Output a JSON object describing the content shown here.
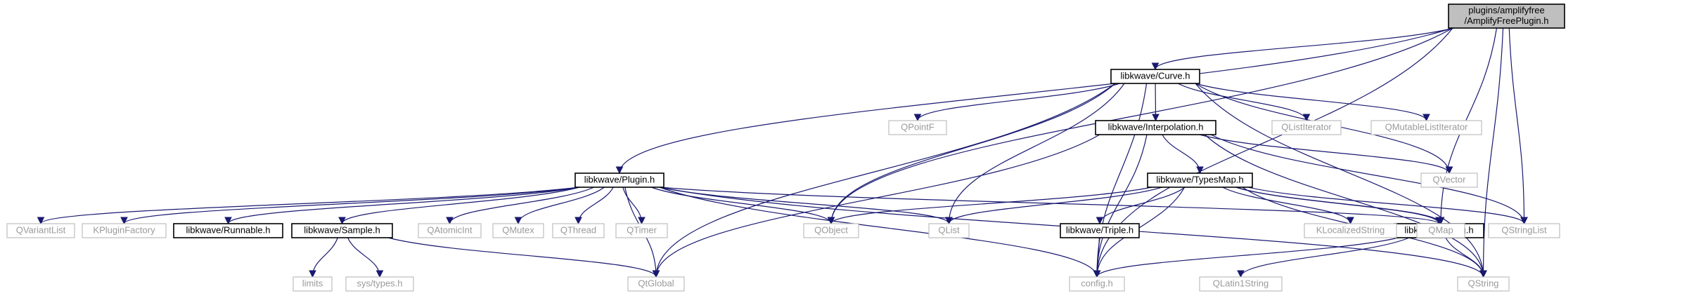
{
  "title": "plugins/amplifyfree/AmplifyFreePlugin.h",
  "colors": {
    "edge": "#191970",
    "root_fill": "#bfbfbf",
    "local_border": "#000000",
    "external_border": "#bfbfbf",
    "external_text": "#9a9a9a"
  },
  "nodes": [
    {
      "id": "root",
      "kind": "root",
      "lines": [
        "plugins/amplifyfree",
        "/AmplifyFreePlugin.h"
      ]
    },
    {
      "id": "curve",
      "kind": "local",
      "lines": [
        "libkwave/Curve.h"
      ]
    },
    {
      "id": "plugin",
      "kind": "local",
      "lines": [
        "libkwave/Plugin.h"
      ]
    },
    {
      "id": "interp",
      "kind": "local",
      "lines": [
        "libkwave/Interpolation.h"
      ]
    },
    {
      "id": "typesmap",
      "kind": "local",
      "lines": [
        "libkwave/TypesMap.h"
      ]
    },
    {
      "id": "triple",
      "kind": "local",
      "lines": [
        "libkwave/Triple.h"
      ]
    },
    {
      "id": "string",
      "kind": "local",
      "lines": [
        "libkwave/String.h"
      ]
    },
    {
      "id": "sample",
      "kind": "local",
      "lines": [
        "libkwave/Sample.h"
      ]
    },
    {
      "id": "runnable",
      "kind": "local",
      "lines": [
        "libkwave/Runnable.h"
      ]
    },
    {
      "id": "qvariantlist",
      "kind": "external",
      "lines": [
        "QVariantList"
      ]
    },
    {
      "id": "kpluginfactory",
      "kind": "external",
      "lines": [
        "KPluginFactory"
      ]
    },
    {
      "id": "qatomicint",
      "kind": "external",
      "lines": [
        "QAtomicInt"
      ]
    },
    {
      "id": "qmutex",
      "kind": "external",
      "lines": [
        "QMutex"
      ]
    },
    {
      "id": "qthread",
      "kind": "external",
      "lines": [
        "QThread"
      ]
    },
    {
      "id": "qtimer",
      "kind": "external",
      "lines": [
        "QTimer"
      ]
    },
    {
      "id": "qobject",
      "kind": "external",
      "lines": [
        "QObject"
      ]
    },
    {
      "id": "qlist",
      "kind": "external",
      "lines": [
        "QList"
      ]
    },
    {
      "id": "qpointf",
      "kind": "external",
      "lines": [
        "QPointF"
      ]
    },
    {
      "id": "qlistiterator",
      "kind": "external",
      "lines": [
        "QListIterator"
      ]
    },
    {
      "id": "qmutablelistiterator",
      "kind": "external",
      "lines": [
        "QMutableListIterator"
      ]
    },
    {
      "id": "qvector",
      "kind": "external",
      "lines": [
        "QVector"
      ]
    },
    {
      "id": "klocalizedstring",
      "kind": "external",
      "lines": [
        "KLocalizedString"
      ]
    },
    {
      "id": "qmap",
      "kind": "external",
      "lines": [
        "QMap"
      ]
    },
    {
      "id": "qstringlist",
      "kind": "external",
      "lines": [
        "QStringList"
      ]
    },
    {
      "id": "limits",
      "kind": "external",
      "lines": [
        "limits"
      ]
    },
    {
      "id": "systypes",
      "kind": "external",
      "lines": [
        "sys/types.h"
      ]
    },
    {
      "id": "qtglobal",
      "kind": "external",
      "lines": [
        "QtGlobal"
      ]
    },
    {
      "id": "config",
      "kind": "external",
      "lines": [
        "config.h"
      ]
    },
    {
      "id": "qlatin1string",
      "kind": "external",
      "lines": [
        "QLatin1String"
      ]
    },
    {
      "id": "qstring",
      "kind": "external",
      "lines": [
        "QString"
      ]
    }
  ],
  "edges": [
    [
      "root",
      "curve"
    ],
    [
      "root",
      "plugin"
    ],
    [
      "root",
      "qobject"
    ],
    [
      "root",
      "qmap"
    ],
    [
      "root",
      "qstringlist"
    ],
    [
      "root",
      "config"
    ],
    [
      "root",
      "qstring"
    ],
    [
      "curve",
      "qpointf"
    ],
    [
      "curve",
      "interp"
    ],
    [
      "curve",
      "qlistiterator"
    ],
    [
      "curve",
      "qmutablelistiterator"
    ],
    [
      "curve",
      "qvector"
    ],
    [
      "curve",
      "qstring"
    ],
    [
      "curve",
      "qobject"
    ],
    [
      "curve",
      "qtglobal"
    ],
    [
      "curve",
      "config"
    ],
    [
      "curve",
      "qlist"
    ],
    [
      "interp",
      "typesmap"
    ],
    [
      "interp",
      "qvector"
    ],
    [
      "interp",
      "qstringlist"
    ],
    [
      "interp",
      "qstring"
    ],
    [
      "interp",
      "qtglobal"
    ],
    [
      "interp",
      "config"
    ],
    [
      "typesmap",
      "qobject"
    ],
    [
      "typesmap",
      "qlist"
    ],
    [
      "typesmap",
      "triple"
    ],
    [
      "typesmap",
      "string"
    ],
    [
      "typesmap",
      "klocalizedstring"
    ],
    [
      "typesmap",
      "qmap"
    ],
    [
      "typesmap",
      "qstringlist"
    ],
    [
      "typesmap",
      "qstring"
    ],
    [
      "typesmap",
      "config"
    ],
    [
      "plugin",
      "qvariantlist"
    ],
    [
      "plugin",
      "kpluginfactory"
    ],
    [
      "plugin",
      "runnable"
    ],
    [
      "plugin",
      "sample"
    ],
    [
      "plugin",
      "qtglobal"
    ],
    [
      "plugin",
      "qatomicint"
    ],
    [
      "plugin",
      "qmutex"
    ],
    [
      "plugin",
      "qthread"
    ],
    [
      "plugin",
      "qtimer"
    ],
    [
      "plugin",
      "qobject"
    ],
    [
      "plugin",
      "qlist"
    ],
    [
      "plugin",
      "string"
    ],
    [
      "plugin",
      "config"
    ],
    [
      "plugin",
      "qstring"
    ],
    [
      "sample",
      "limits"
    ],
    [
      "sample",
      "systypes"
    ],
    [
      "sample",
      "qtglobal"
    ],
    [
      "triple",
      "config"
    ],
    [
      "string",
      "config"
    ],
    [
      "string",
      "qlatin1string"
    ],
    [
      "string",
      "qstring"
    ]
  ]
}
